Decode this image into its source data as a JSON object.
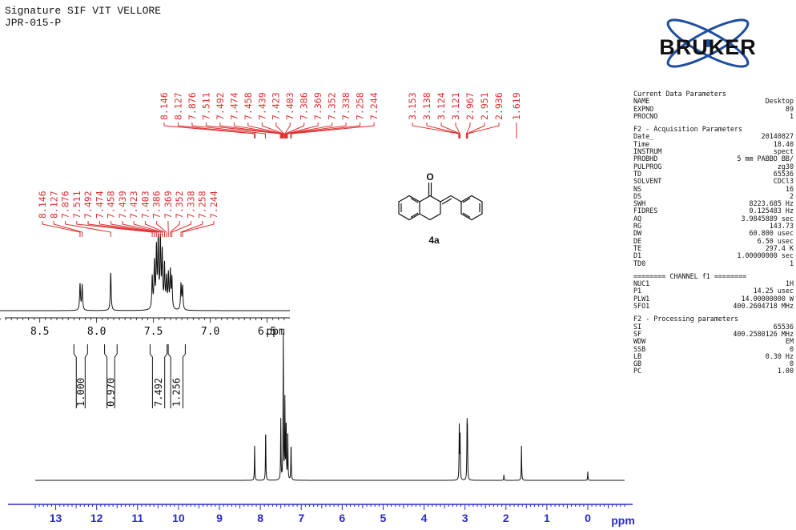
{
  "header": {
    "line1": "Signature SIF VIT VELLORE",
    "line2": "JPR-015-P"
  },
  "logo": {
    "text": "BRUKER",
    "colors": {
      "orbit": "#1f4e9e",
      "text": "#111111",
      "nucleus": "#1f4e9e"
    }
  },
  "compound": {
    "carbonyl_label": "O",
    "label": "4a"
  },
  "params": {
    "current_title": "Current Data Parameters",
    "current": [
      {
        "k": "NAME",
        "v": "Desktop"
      },
      {
        "k": "EXPNO",
        "v": "89"
      },
      {
        "k": "PROCNO",
        "v": "1"
      }
    ],
    "acq_title": "F2 - Acquisition Parameters",
    "acq": [
      {
        "k": "Date_",
        "v": "20140827"
      },
      {
        "k": "Time",
        "v": "18.40"
      },
      {
        "k": "INSTRUM",
        "v": "spect"
      },
      {
        "k": "PROBHD",
        "v": "5 mm PABBO BB/"
      },
      {
        "k": "PULPROG",
        "v": "zg30"
      },
      {
        "k": "TD",
        "v": "65536"
      },
      {
        "k": "SOLVENT",
        "v": "CDCl3"
      },
      {
        "k": "NS",
        "v": "16"
      },
      {
        "k": "DS",
        "v": "2"
      },
      {
        "k": "SWH",
        "v": "8223.685 Hz"
      },
      {
        "k": "FIDRES",
        "v": "0.125483 Hz"
      },
      {
        "k": "AQ",
        "v": "3.9845889 sec"
      },
      {
        "k": "RG",
        "v": "143.73"
      },
      {
        "k": "DW",
        "v": "60.800 usec"
      },
      {
        "k": "DE",
        "v": "6.50 usec"
      },
      {
        "k": "TE",
        "v": "297.4 K"
      },
      {
        "k": "D1",
        "v": "1.00000000 sec"
      },
      {
        "k": "TD0",
        "v": "1"
      }
    ],
    "channel_title": "======== CHANNEL f1 ========",
    "channel": [
      {
        "k": "NUC1",
        "v": "1H"
      },
      {
        "k": "P1",
        "v": "14.25 usec"
      },
      {
        "k": "PLW1",
        "v": "14.00000000 W"
      },
      {
        "k": "SFO1",
        "v": "400.2604718 MHz"
      }
    ],
    "proc_title": "F2 - Processing parameters",
    "proc": [
      {
        "k": "SI",
        "v": "65536"
      },
      {
        "k": "SF",
        "v": "400.2580126 MHz"
      },
      {
        "k": "WDW",
        "v": "EM"
      },
      {
        "k": "SSB",
        "v": "0"
      },
      {
        "k": "LB",
        "v": "0.30 Hz"
      },
      {
        "k": "GB",
        "v": "0"
      },
      {
        "k": "PC",
        "v": "1.00"
      }
    ]
  },
  "chart_data": [
    {
      "type": "line",
      "name": "full-spectrum",
      "xlabel": "ppm",
      "xlim": [
        13.5,
        -0.9
      ],
      "x_reversed": true,
      "ticks": [
        13,
        12,
        11,
        10,
        9,
        8,
        7,
        6,
        5,
        4,
        3,
        2,
        1,
        0
      ],
      "peaks": [
        {
          "ppm": 8.14,
          "h": 0.24
        },
        {
          "ppm": 7.87,
          "h": 0.35
        },
        {
          "ppm": 7.5,
          "h": 0.42
        },
        {
          "ppm": 7.44,
          "h": 1.0
        },
        {
          "ppm": 7.4,
          "h": 0.55
        },
        {
          "ppm": 7.37,
          "h": 0.4
        },
        {
          "ppm": 7.33,
          "h": 0.34
        },
        {
          "ppm": 7.25,
          "h": 0.25
        },
        {
          "ppm": 3.14,
          "h": 0.37
        },
        {
          "ppm": 3.12,
          "h": 0.3
        },
        {
          "ppm": 2.95,
          "h": 0.36
        },
        {
          "ppm": 2.94,
          "h": 0.3
        },
        {
          "ppm": 2.05,
          "h": 0.04
        },
        {
          "ppm": 1.62,
          "h": 0.24
        },
        {
          "ppm": 0.0,
          "h": 0.06
        }
      ],
      "peak_labels_group1": [
        "8.146",
        "8.127",
        "7.876",
        "7.511",
        "7.492",
        "7.474",
        "7.458",
        "7.439",
        "7.423",
        "7.403",
        "7.386",
        "7.369",
        "7.352",
        "7.338",
        "7.258",
        "7.244"
      ],
      "peak_labels_group2": [
        "3.153",
        "3.138",
        "3.124",
        "3.121",
        "2.967",
        "2.951",
        "2.936"
      ],
      "peak_labels_group3": [
        "1.619"
      ]
    },
    {
      "type": "line",
      "name": "aromatic-expansion",
      "xlabel": "ppm",
      "xlim": [
        8.85,
        6.3
      ],
      "x_reversed": true,
      "ticks": [
        8.5,
        8.0,
        7.5,
        7.0,
        6.5
      ],
      "tick_labels": [
        "8.5",
        "8.0",
        "7.5",
        "7.0",
        "6.5"
      ],
      "peaks": [
        {
          "ppm": 8.146,
          "h": 0.36
        },
        {
          "ppm": 8.127,
          "h": 0.34
        },
        {
          "ppm": 7.876,
          "h": 0.52
        },
        {
          "ppm": 7.511,
          "h": 0.44
        },
        {
          "ppm": 7.492,
          "h": 0.62
        },
        {
          "ppm": 7.474,
          "h": 0.8
        },
        {
          "ppm": 7.458,
          "h": 1.0
        },
        {
          "ppm": 7.439,
          "h": 0.96
        },
        {
          "ppm": 7.423,
          "h": 0.74
        },
        {
          "ppm": 7.403,
          "h": 0.58
        },
        {
          "ppm": 7.386,
          "h": 0.4
        },
        {
          "ppm": 7.369,
          "h": 0.46
        },
        {
          "ppm": 7.352,
          "h": 0.5
        },
        {
          "ppm": 7.338,
          "h": 0.42
        },
        {
          "ppm": 7.258,
          "h": 0.35
        },
        {
          "ppm": 7.244,
          "h": 0.32
        }
      ],
      "peak_labels": [
        "8.146",
        "8.127",
        "7.876",
        "7.511",
        "7.492",
        "7.474",
        "7.458",
        "7.439",
        "7.423",
        "7.403",
        "7.386",
        "7.369",
        "7.352",
        "7.338",
        "7.258",
        "7.244"
      ],
      "integrals": [
        {
          "from": 8.2,
          "to": 8.08,
          "value": "1.000"
        },
        {
          "from": 7.93,
          "to": 7.82,
          "value": "0.970"
        },
        {
          "from": 7.53,
          "to": 7.38,
          "value": "7.492"
        },
        {
          "from": 7.37,
          "to": 7.22,
          "value": "1.256"
        }
      ]
    }
  ]
}
